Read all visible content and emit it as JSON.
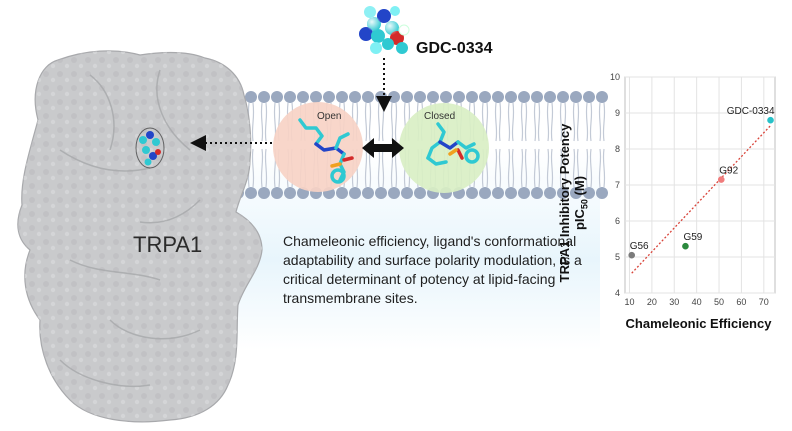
{
  "diagram": {
    "protein_label": "TRPA1",
    "ligand_name": "GDC-0334",
    "state_open": "Open",
    "state_closed": "Closed",
    "caption": "Chameleonic efficiency, ligand's conformational adaptability and surface polarity modulation, is a critical determinant of potency at lipid-facing transmembrane sites.",
    "colors": {
      "membrane_head": "#9aa8bf",
      "membrane_tail": "#c3cad6",
      "open_circle": "#f7d3c6",
      "closed_circle": "#d9efc4",
      "protein": "#c9cacc",
      "ligand_carbon": "#2fc9d2",
      "ligand_nitrogen": "#2345c8",
      "ligand_oxygen": "#d42a2a"
    }
  },
  "chart_data": {
    "type": "scatter",
    "title": "",
    "xlabel": "Chameleonic Efficiency",
    "ylabel_line1": "TRPA1 Inhibitory Potency",
    "ylabel_line2_main": "pIC",
    "ylabel_line2_sub": "50",
    "ylabel_line2_unit": " (M)",
    "xlim": [
      8,
      75
    ],
    "ylim": [
      4,
      10
    ],
    "xticks": [
      10,
      20,
      30,
      40,
      50,
      60,
      70
    ],
    "yticks": [
      4,
      5,
      6,
      7,
      8,
      9,
      10
    ],
    "grid": true,
    "points": [
      {
        "label": "G56",
        "x": 11,
        "y": 5.05,
        "color": "#7b7b7b"
      },
      {
        "label": "G59",
        "x": 35,
        "y": 5.3,
        "color": "#2b8a3e"
      },
      {
        "label": "G92",
        "x": 51,
        "y": 7.15,
        "color": "#f07c7c"
      },
      {
        "label": "GDC-0334",
        "x": 73,
        "y": 8.8,
        "color": "#27c1c8"
      }
    ],
    "trendline": {
      "x": [
        11,
        73
      ],
      "y": [
        4.55,
        8.65
      ],
      "color": "#d9443a",
      "style": "dotted"
    }
  }
}
